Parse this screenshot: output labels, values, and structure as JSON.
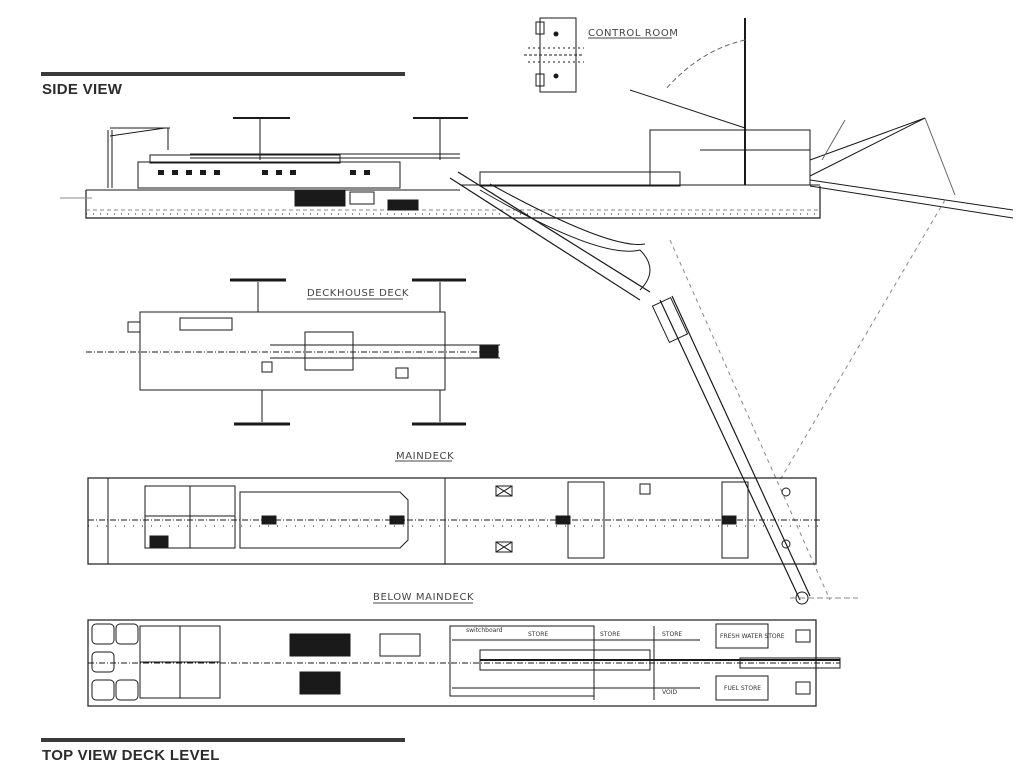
{
  "headings": {
    "side_view": "SIDE VIEW",
    "top_view": "TOP VIEW DECK LEVEL"
  },
  "labels": {
    "control_room": "CONTROL ROOM",
    "deckhouse_deck": "DECKHOUSE DECK",
    "maindeck": "MAINDECK",
    "below_maindeck": "BELOW MAINDECK"
  },
  "small_labels": {
    "switchboard": "switchboard",
    "store_1": "STORE",
    "store_2": "STORE",
    "store_3": "STORE",
    "void": "VOID",
    "fresh_water_store": "FRESH WATER STORE",
    "fuel_store": "FUEL STORE"
  },
  "colors": {
    "line": "#1a1a1a",
    "light_line": "#7a7a7a",
    "heading": "#2b2b2b",
    "rule": "#3a3a3a"
  }
}
